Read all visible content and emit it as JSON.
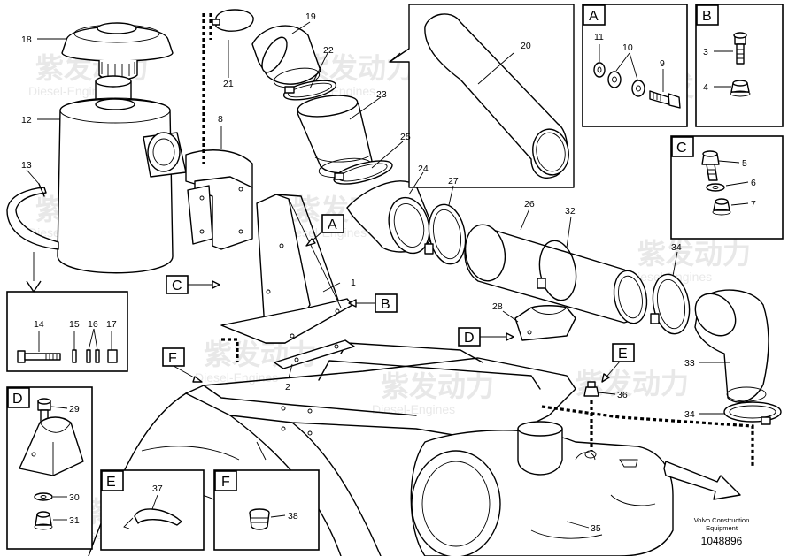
{
  "watermark": {
    "text": "紫发动力",
    "subtext": "Diesel-Engines"
  },
  "callouts": {
    "p1": "1",
    "p2": "2",
    "p3": "3",
    "p4": "4",
    "p5": "5",
    "p6": "6",
    "p7": "7",
    "p8": "8",
    "p9": "9",
    "p10": "10",
    "p11": "11",
    "p12": "12",
    "p13": "13",
    "p14": "14",
    "p15": "15",
    "p16": "16",
    "p17": "17",
    "p18": "18",
    "p19": "19",
    "p20": "20",
    "p21": "21",
    "p22": "22",
    "p23": "23",
    "p24": "24",
    "p25": "25",
    "p26": "26",
    "p27": "27",
    "p28": "28",
    "p29": "29",
    "p30": "30",
    "p31": "31",
    "p32": "32",
    "p33": "33",
    "p34a": "34",
    "p34b": "34",
    "p35": "35",
    "p36": "36",
    "p37": "37",
    "p38": "38"
  },
  "detail_labels": {
    "a": "A",
    "b": "B",
    "c": "C",
    "d": "D",
    "e": "E",
    "f": "F"
  },
  "footer": {
    "brand_line1": "Volvo Construction",
    "brand_line2": "Equipment",
    "doc_number": "1048896"
  }
}
